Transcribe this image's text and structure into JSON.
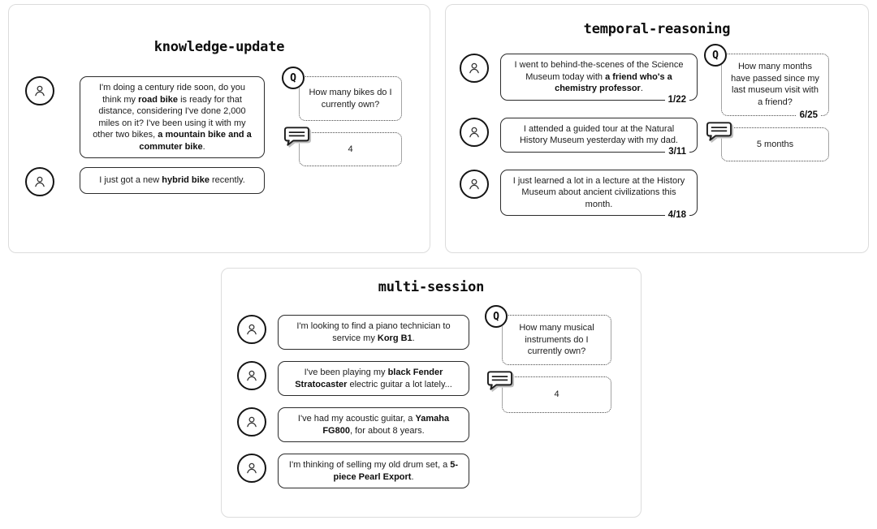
{
  "badges": {
    "question_letter": "Q"
  },
  "icons": {
    "user": "person-icon",
    "question": "question-badge",
    "answer": "speech-bubble-icon"
  },
  "colors": {
    "panel_border": "#dcdcdc",
    "message_border": "#2b2b2b",
    "dotted_border": "#4a4a4a",
    "text": "#1c1c1c",
    "background": "#ffffff"
  },
  "panels": [
    {
      "id": "knowledge-update",
      "title": "knowledge-update",
      "messages": [
        {
          "segments": [
            {
              "t": "I'm doing a century ride soon, do you think my "
            },
            {
              "t": "road bike",
              "b": true
            },
            {
              "t": " is ready for that distance, considering I've done 2,000 miles on it? I've been using it with my other two bikes, "
            },
            {
              "t": "a mountain bike and a commuter bike",
              "b": true
            },
            {
              "t": "."
            }
          ]
        },
        {
          "segments": [
            {
              "t": "I just got a new "
            },
            {
              "t": "hybrid bike",
              "b": true
            },
            {
              "t": " recently."
            }
          ]
        }
      ],
      "question": {
        "text": "How many bikes do I currently own?"
      },
      "answer": {
        "text": "4"
      }
    },
    {
      "id": "temporal-reasoning",
      "title": "temporal-reasoning",
      "messages": [
        {
          "segments": [
            {
              "t": "I went to behind-the-scenes of the Science Museum today with "
            },
            {
              "t": "a friend who's a chemistry professor",
              "b": true
            },
            {
              "t": "."
            }
          ],
          "label": "1/22"
        },
        {
          "segments": [
            {
              "t": "I attended a guided tour at the Natural History Museum yesterday with my dad."
            }
          ],
          "label": "3/11"
        },
        {
          "segments": [
            {
              "t": "I just learned a lot in a lecture at the History Museum about ancient civilizations this month."
            }
          ],
          "label": "4/18"
        }
      ],
      "question": {
        "text": "How many months have passed since my last museum visit with a friend?",
        "label": "6/25"
      },
      "answer": {
        "text": "5 months"
      }
    },
    {
      "id": "multi-session",
      "title": "multi-session",
      "messages": [
        {
          "segments": [
            {
              "t": "I'm looking to find a piano technician to service my "
            },
            {
              "t": "Korg B1",
              "b": true
            },
            {
              "t": "."
            }
          ]
        },
        {
          "segments": [
            {
              "t": "I've been playing my "
            },
            {
              "t": "black Fender Stratocaster",
              "b": true
            },
            {
              "t": " electric guitar a lot lately..."
            }
          ]
        },
        {
          "segments": [
            {
              "t": "I've had my acoustic guitar, a "
            },
            {
              "t": "Yamaha FG800",
              "b": true
            },
            {
              "t": ", for about 8 years."
            }
          ]
        },
        {
          "segments": [
            {
              "t": "I'm thinking of selling my old drum set, a "
            },
            {
              "t": "5-piece Pearl Export",
              "b": true
            },
            {
              "t": "."
            }
          ]
        }
      ],
      "question": {
        "text": "How many musical instruments do I currently own?"
      },
      "answer": {
        "text": "4"
      }
    }
  ]
}
